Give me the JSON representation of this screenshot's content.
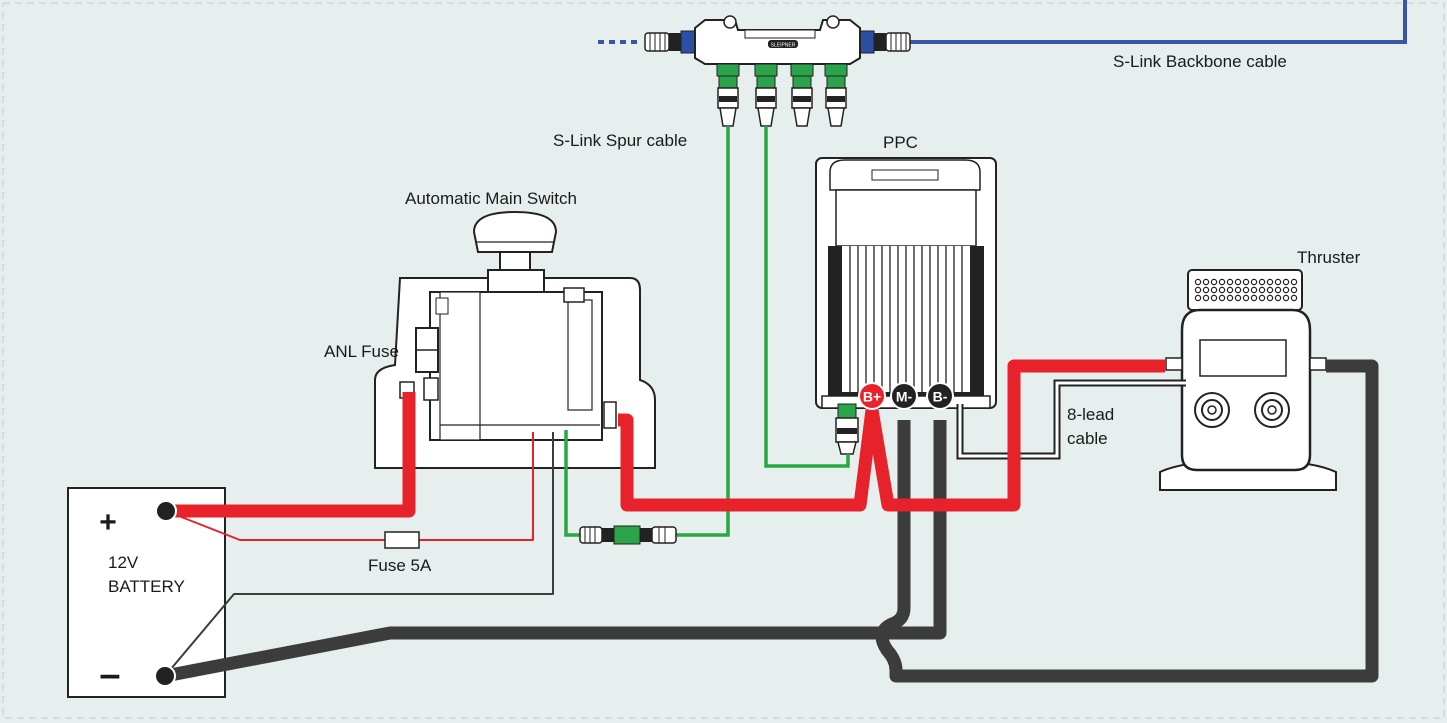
{
  "diagram": {
    "labels": {
      "slink_backbone": "S-Link Backbone cable",
      "slink_spur": "S-Link Spur cable",
      "ppc": "PPC",
      "main_switch": "Automatic Main Switch",
      "thruster": "Thruster",
      "anl_fuse": "ANL Fuse",
      "eight_lead_1": "8-lead",
      "eight_lead_2": "cable",
      "fuse": "Fuse 5A",
      "battery_voltage": "12V",
      "battery_name": "BATTERY"
    },
    "terminals": {
      "b_plus": "B+",
      "m_minus": "M-",
      "b_minus": "B-",
      "plus_sign": "+",
      "minus_sign": "–"
    },
    "hub_brand": "SLEIPNER",
    "colors": {
      "background": "#e6efee",
      "positive": "#e8222a",
      "negative": "#3c3c3c",
      "slink": "#28a744",
      "backbone": "#3856a6"
    }
  }
}
